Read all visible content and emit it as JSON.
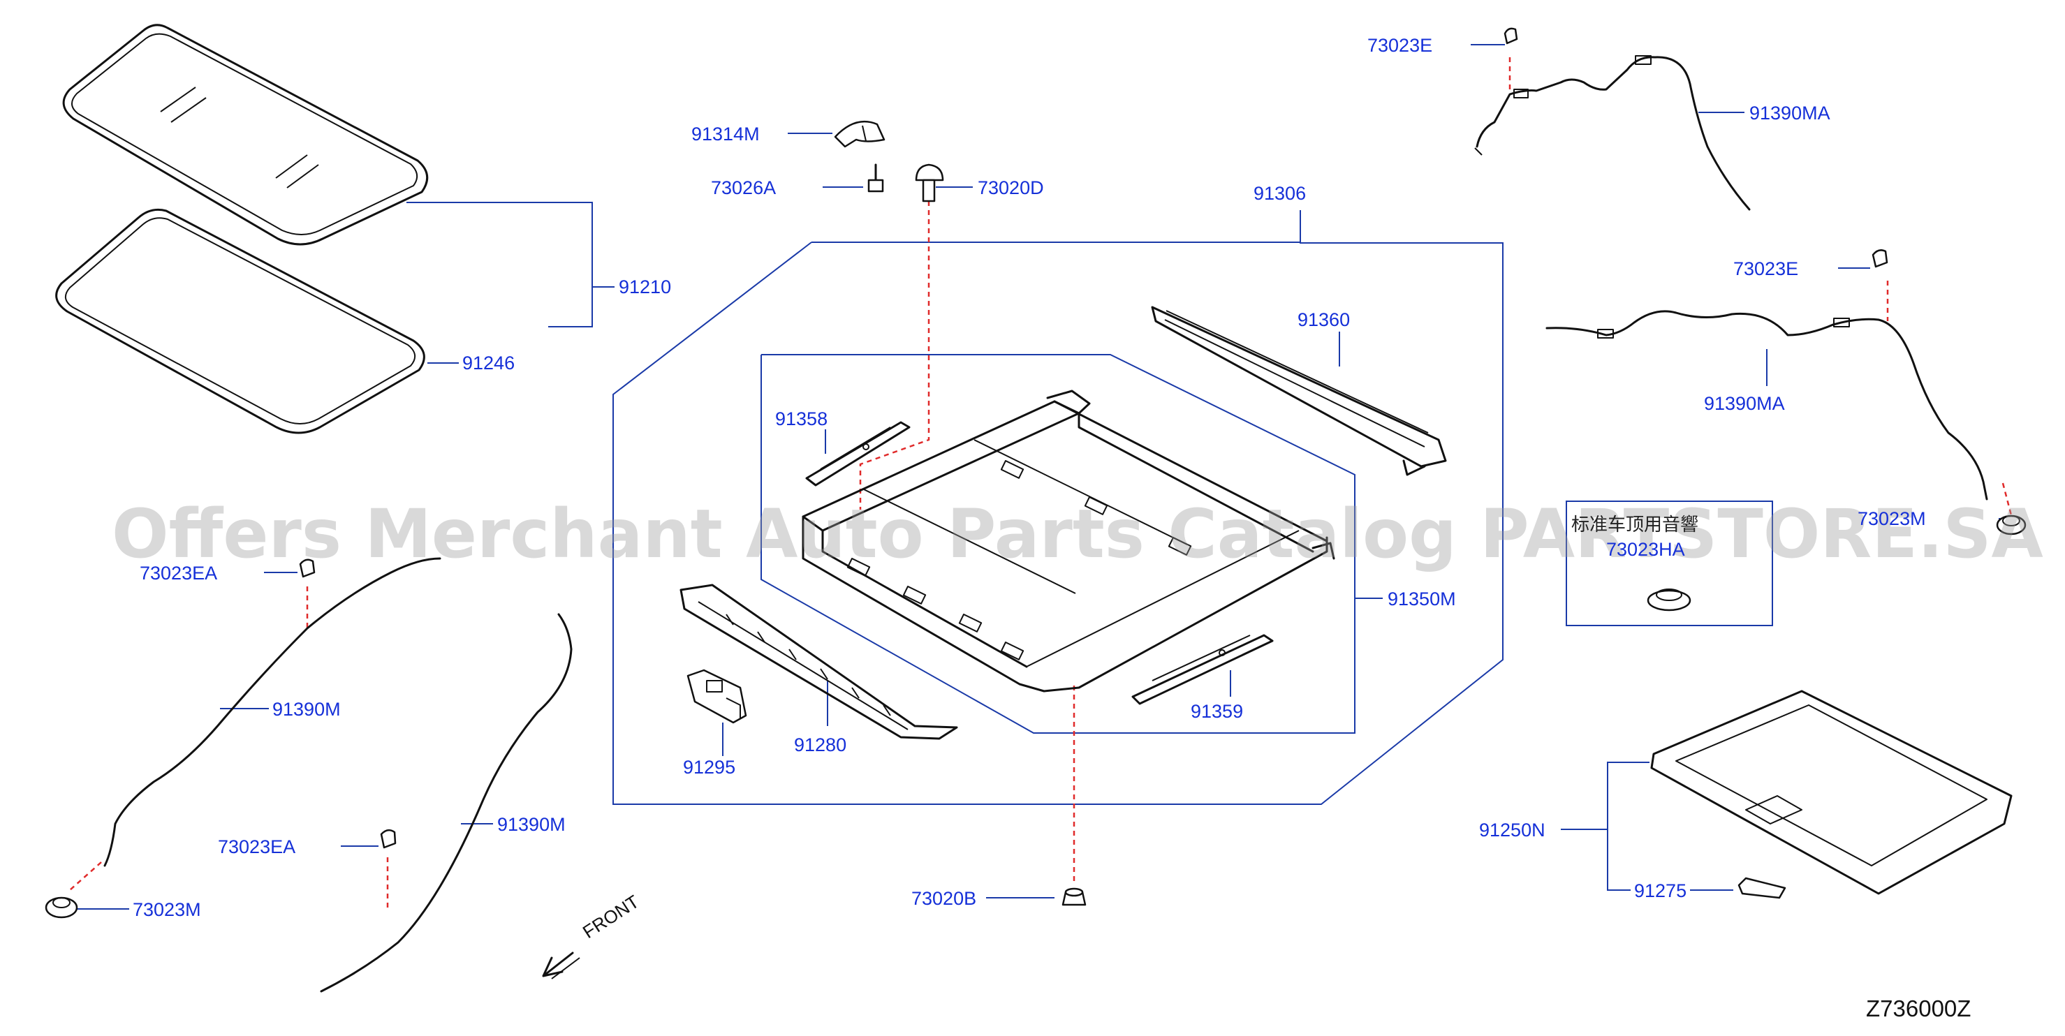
{
  "labels": {
    "p91210": "91210",
    "p91246": "91246",
    "p91314M": "91314M",
    "p73026A": "73026A",
    "p73020D": "73020D",
    "p91306": "91306",
    "p73023E_top": "73023E",
    "p91390MA_top": "91390MA",
    "p73023E_mid": "73023E",
    "p91390MA_mid": "91390MA",
    "p73023M_right": "73023M",
    "p91360": "91360",
    "p91358": "91358",
    "p91350M": "91350M",
    "p91359": "91359",
    "p91280": "91280",
    "p91295": "91295",
    "p73023EA_left": "73023EA",
    "p91390M_left": "91390M",
    "p73023EA_low": "73023EA",
    "p91390M_low": "91390M",
    "p73023M_left": "73023M",
    "p73020B": "73020B",
    "p91250N": "91250N",
    "p91275": "91275",
    "p73023HA": "73023HA"
  },
  "inset_note": "标准车顶用音響",
  "front_label": "FRONT",
  "diagram_code": "Z736000Z",
  "watermark": "Offers Merchant Auto Parts Catalog PARTSTORE.SA",
  "colors": {
    "label": "#1530d8",
    "leader": "#1a3aa8",
    "dashed": "#e02a2a",
    "linework": "#111111"
  }
}
